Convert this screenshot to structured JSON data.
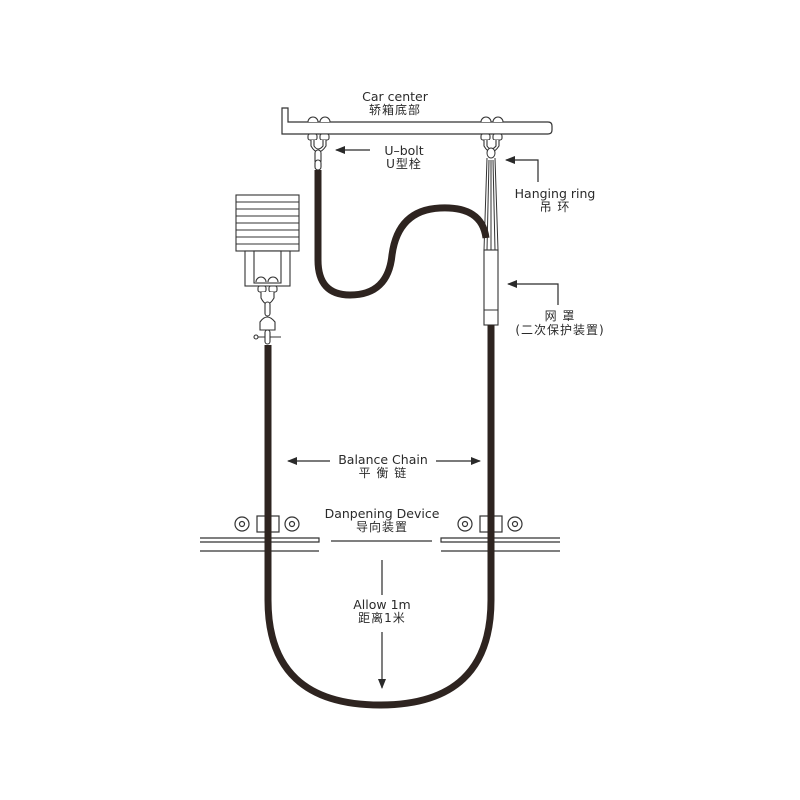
{
  "diagram": {
    "type": "balance-chain-installation",
    "colors": {
      "chain": "#2e2420",
      "line": "#333333",
      "text": "#2a2a2a",
      "background": "#ffffff"
    },
    "labels": {
      "car_center": {
        "en": "Car center",
        "zh": "轿箱底部"
      },
      "u_bolt": {
        "en": "U–bolt",
        "zh": "U型栓"
      },
      "hanging_ring": {
        "en": "Hanging ring",
        "zh": "吊 环"
      },
      "net_cover": {
        "en": "网 罩",
        "zh": "(二次保护装置)"
      },
      "balance_chain": {
        "en": "Balance Chain",
        "zh": "平 衡 链"
      },
      "dampening_device": {
        "en": "Danpening Device",
        "zh": "导向装置"
      },
      "allow_distance": {
        "en": "Allow 1m",
        "zh": "距离1米"
      }
    },
    "components": [
      {
        "id": "car-bottom-beam",
        "label": "Car center / 轿箱底部"
      },
      {
        "id": "u-bolt-left",
        "label": "U-bolt"
      },
      {
        "id": "u-bolt-right",
        "label": "U-bolt"
      },
      {
        "id": "hanging-ring",
        "label": "Hanging ring"
      },
      {
        "id": "net-cover",
        "label": "网罩 (二次保护装置)"
      },
      {
        "id": "counterweight",
        "label": "Counterweight block"
      },
      {
        "id": "balance-chain",
        "label": "Balance Chain"
      },
      {
        "id": "guide-device-left",
        "label": "Danpening Device"
      },
      {
        "id": "guide-device-right",
        "label": "Danpening Device"
      }
    ]
  }
}
